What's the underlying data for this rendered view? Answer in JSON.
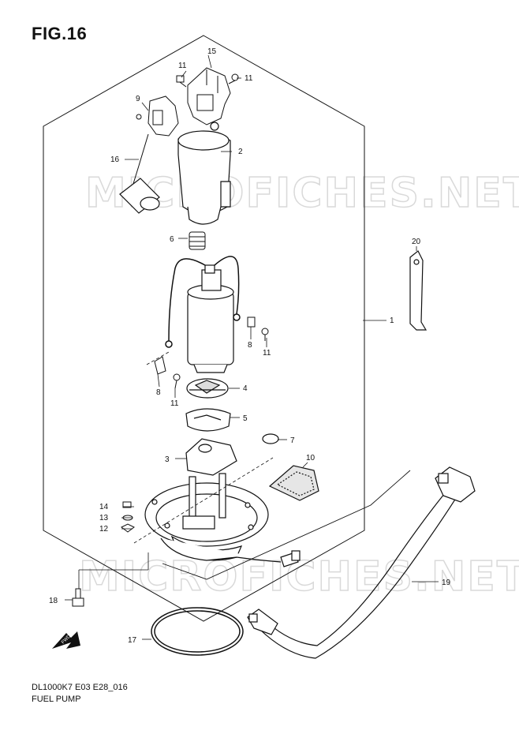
{
  "figure": {
    "title": "FIG.16",
    "model_code": "DL1000K7 E03 E28_016",
    "part_name": "FUEL PUMP",
    "watermark": "MICROFICHES.NET",
    "fwd_label": "FWD"
  },
  "callouts": {
    "c1": "1",
    "c2": "2",
    "c3": "3",
    "c4": "4",
    "c5": "5",
    "c6": "6",
    "c7": "7",
    "c8a": "8",
    "c8b": "8",
    "c9": "9",
    "c10": "10",
    "c11a": "11",
    "c11b": "11",
    "c11c": "11",
    "c11d": "11",
    "c12": "12",
    "c13": "13",
    "c14": "14",
    "c15": "15",
    "c16": "16",
    "c17": "17",
    "c18": "18",
    "c19": "19",
    "c20": "20"
  },
  "icons": [
    "fwd-arrow-icon"
  ]
}
